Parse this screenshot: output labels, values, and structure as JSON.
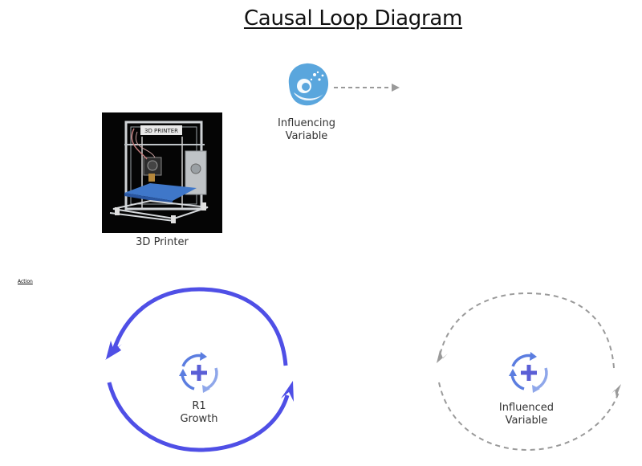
{
  "title": "Causal Loop Diagram",
  "printer": {
    "caption": "3D Printer",
    "sign": "3D PRINTER"
  },
  "influencing_variable": {
    "line1": "Influencing",
    "line2": "Variable"
  },
  "action_link": "Action",
  "loop_r1": {
    "id": "R1",
    "name": "Growth",
    "color": "#4a4ae8"
  },
  "influenced_variable": {
    "line1": "Influenced",
    "line2": "Variable"
  },
  "colors": {
    "loop_solid": "#4f4fe6",
    "dashed": "#9a9a9a",
    "icon_blue": "#5aa6dd",
    "loop_icon": "#5b7de0"
  }
}
